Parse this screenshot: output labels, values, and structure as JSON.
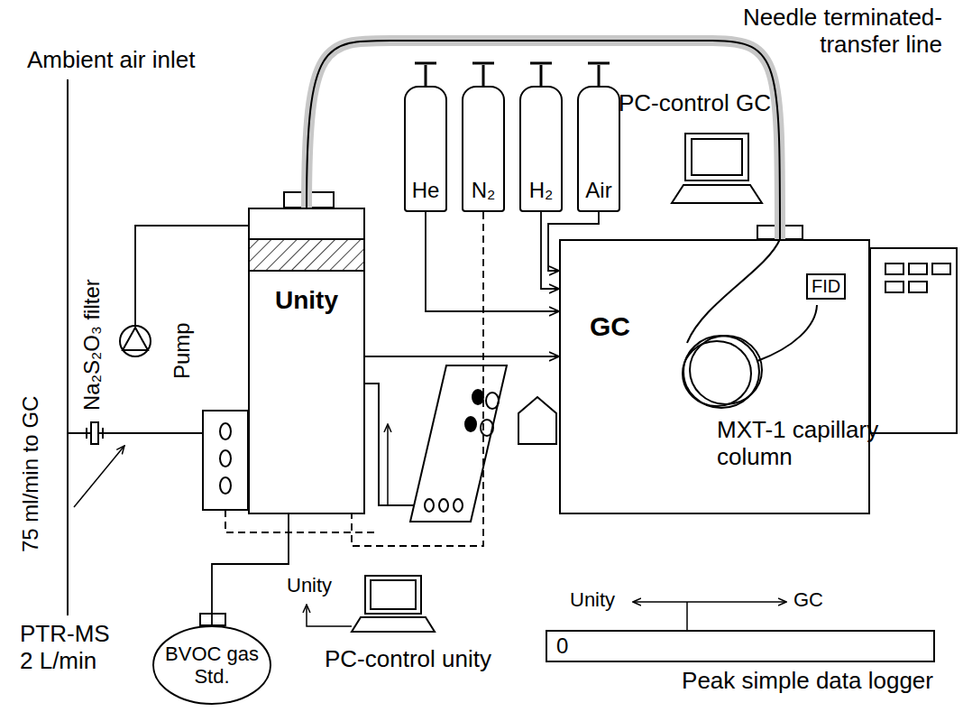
{
  "diagram": {
    "nodes": [
      {
        "text": [
          "Unity"
        ]
      },
      {
        "text": [
          "GC"
        ]
      },
      {
        "text": [
          "He"
        ]
      },
      {
        "text": [
          "N₂"
        ]
      },
      {
        "text": [
          "H₂"
        ]
      },
      {
        "text": [
          "Air"
        ]
      },
      {
        "text": [
          "FID"
        ],
        "in": 1
      },
      {
        "text": [
          "BVOC gas Std."
        ]
      },
      {
        "text": [
          "0",
          "Peak simple data logger"
        ]
      },
      {
        "text": [
          "Pump"
        ]
      }
    ],
    "edges": [
      {
        "from": 0,
        "to": 1,
        "arrow": "none"
      },
      {
        "from": 2,
        "to": 1,
        "arrow": "to"
      },
      {
        "from": 4,
        "to": 1,
        "arrow": "to"
      },
      {
        "from": 5,
        "to": 1,
        "arrow": "to"
      },
      {
        "from": 3,
        "to": 0,
        "arrow": "none"
      },
      {
        "from": 0,
        "to": 1,
        "arrow": "to"
      },
      {
        "from": 9,
        "to": 0,
        "arrow": "none"
      },
      {
        "from": 7,
        "to": 0,
        "arrow": "none"
      }
    ],
    "labels": [
      "Ambient air inlet",
      "Needle terminated- transfer line",
      "PC-control GC",
      "Na₂S₂O₃ filter",
      "75 ml/min to GC",
      "MXT-1 capillary column",
      "PTR-MS 2 L/min",
      "Unity",
      "PC-control unity",
      "Unity",
      "GC"
    ]
  }
}
